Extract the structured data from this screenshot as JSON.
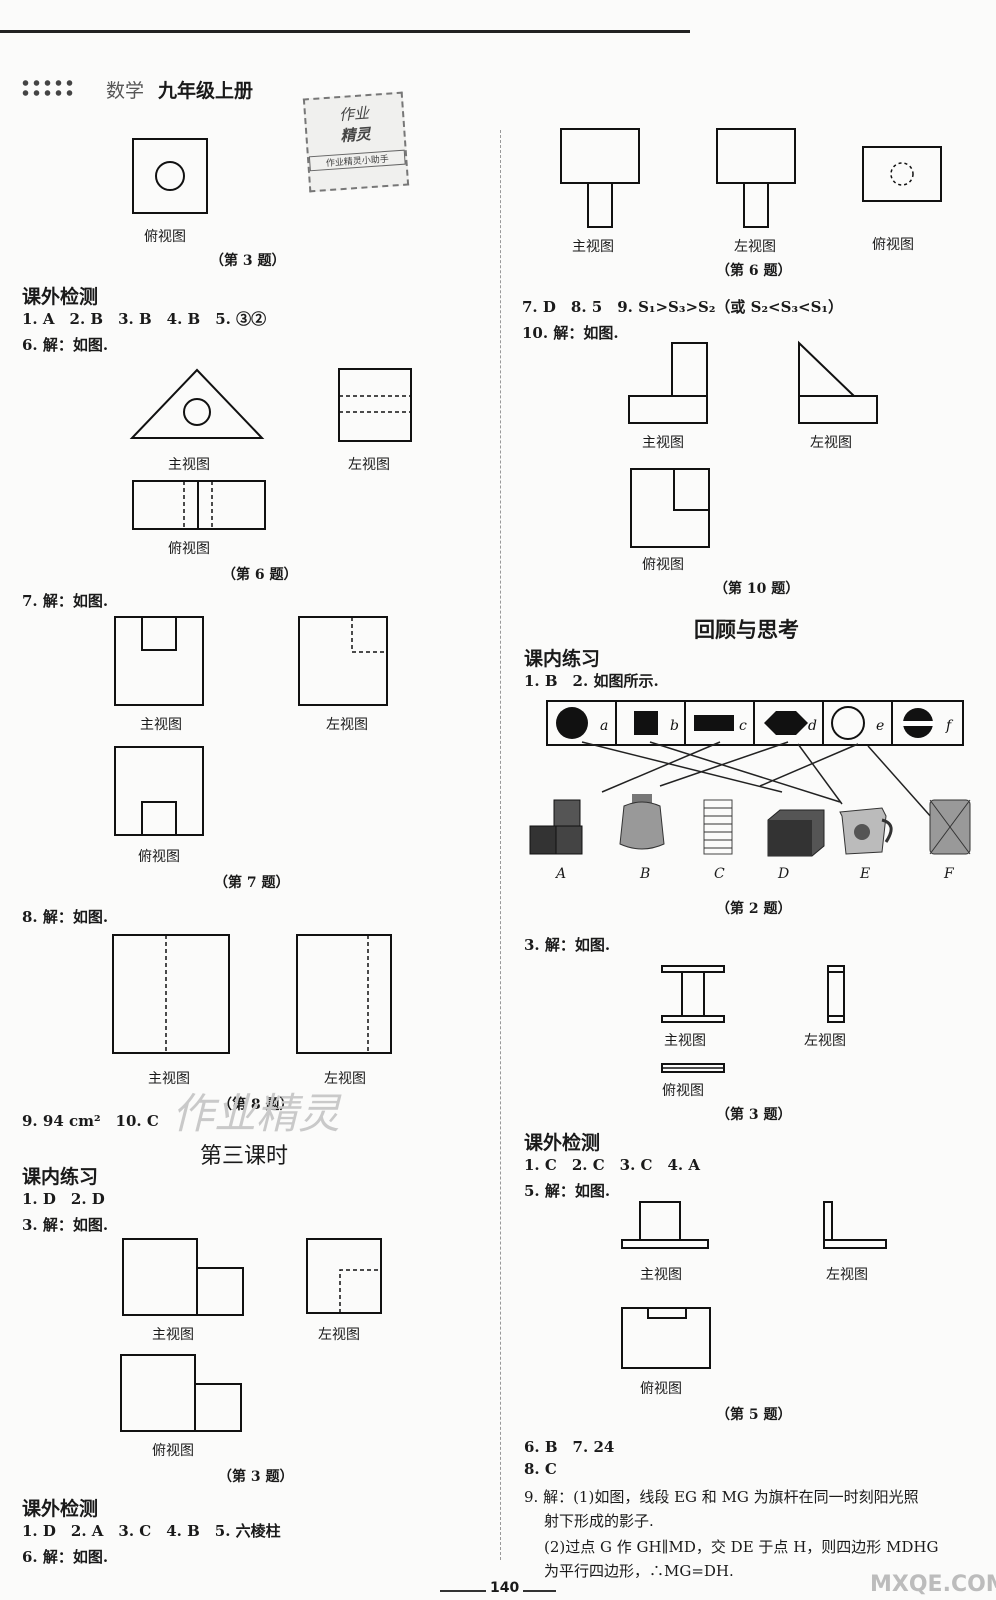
{
  "header": {
    "subject": "数学",
    "book": "九年级上册",
    "stamp_line1": "作业",
    "stamp_line2": "精灵",
    "stamp_line3": "作业精灵小助手"
  },
  "views": {
    "front": "主视图",
    "left": "左视图",
    "top": "俯视图"
  },
  "left_col": {
    "cap_q3a": "（第 3 题）",
    "kewai1": "课外检测",
    "ans_1_5": "1. A　2. B　3. B　4. B　5. ③②",
    "q6": "6. 解：如图.",
    "cap_q6": "（第 6 题）",
    "q7": "7. 解：如图.",
    "cap_q7": "（第 7 题）",
    "q8": "8. 解：如图.",
    "cap_q8": "（第 8 题）",
    "ans_9_10": "9. 94 cm²　10. C",
    "lesson3": "第三课时",
    "kenei1": "课内练习",
    "ans_1_2": "1. D　2. D",
    "q3": "3. 解：如图.",
    "cap_q3b": "（第 3 题）",
    "kewai2": "课外检测",
    "ans_1_5b": "1. D　2. A　3. C　4. B　5. 六棱柱",
    "q6b": "6. 解：如图."
  },
  "right_col": {
    "cap_q6": "（第 6 题）",
    "ans_7_9": "7. D　8. 5　9. S₁>S₃>S₂（或 S₂<S₃<S₁）",
    "q10": "10. 解：如图.",
    "cap_q10": "（第 10 题）",
    "review": "回顾与思考",
    "kenei": "课内练习",
    "ans_1_2": "1. B　2. 如图所示.",
    "shape_letters": [
      "a",
      "b",
      "c",
      "d",
      "e",
      "f"
    ],
    "object_letters": [
      "A",
      "B",
      "C",
      "D",
      "E",
      "F"
    ],
    "cap_q2": "（第 2 题）",
    "q3": "3. 解：如图.",
    "cap_q3": "（第 3 题）",
    "kewai": "课外检测",
    "ans_1_4": "1. C　2. C　3. C　4. A",
    "q5": "5. 解：如图.",
    "cap_q5": "（第 5 题）",
    "ans_6_7": "6. B　7. 24",
    "ans_8": "8. C",
    "q9_line1": "9. 解：(1)如图，线段 EG 和 MG 为旗杆在同一时刻阳光照",
    "q9_line2": "射下形成的影子.",
    "q9_line3": "(2)过点 G 作 GH∥MD，交 DE 于点 H，则四边形 MDHG",
    "q9_line4": "为平行四边形，∴MG=DH."
  },
  "footer": {
    "page": "140",
    "watermark": "MXQE.COM"
  }
}
